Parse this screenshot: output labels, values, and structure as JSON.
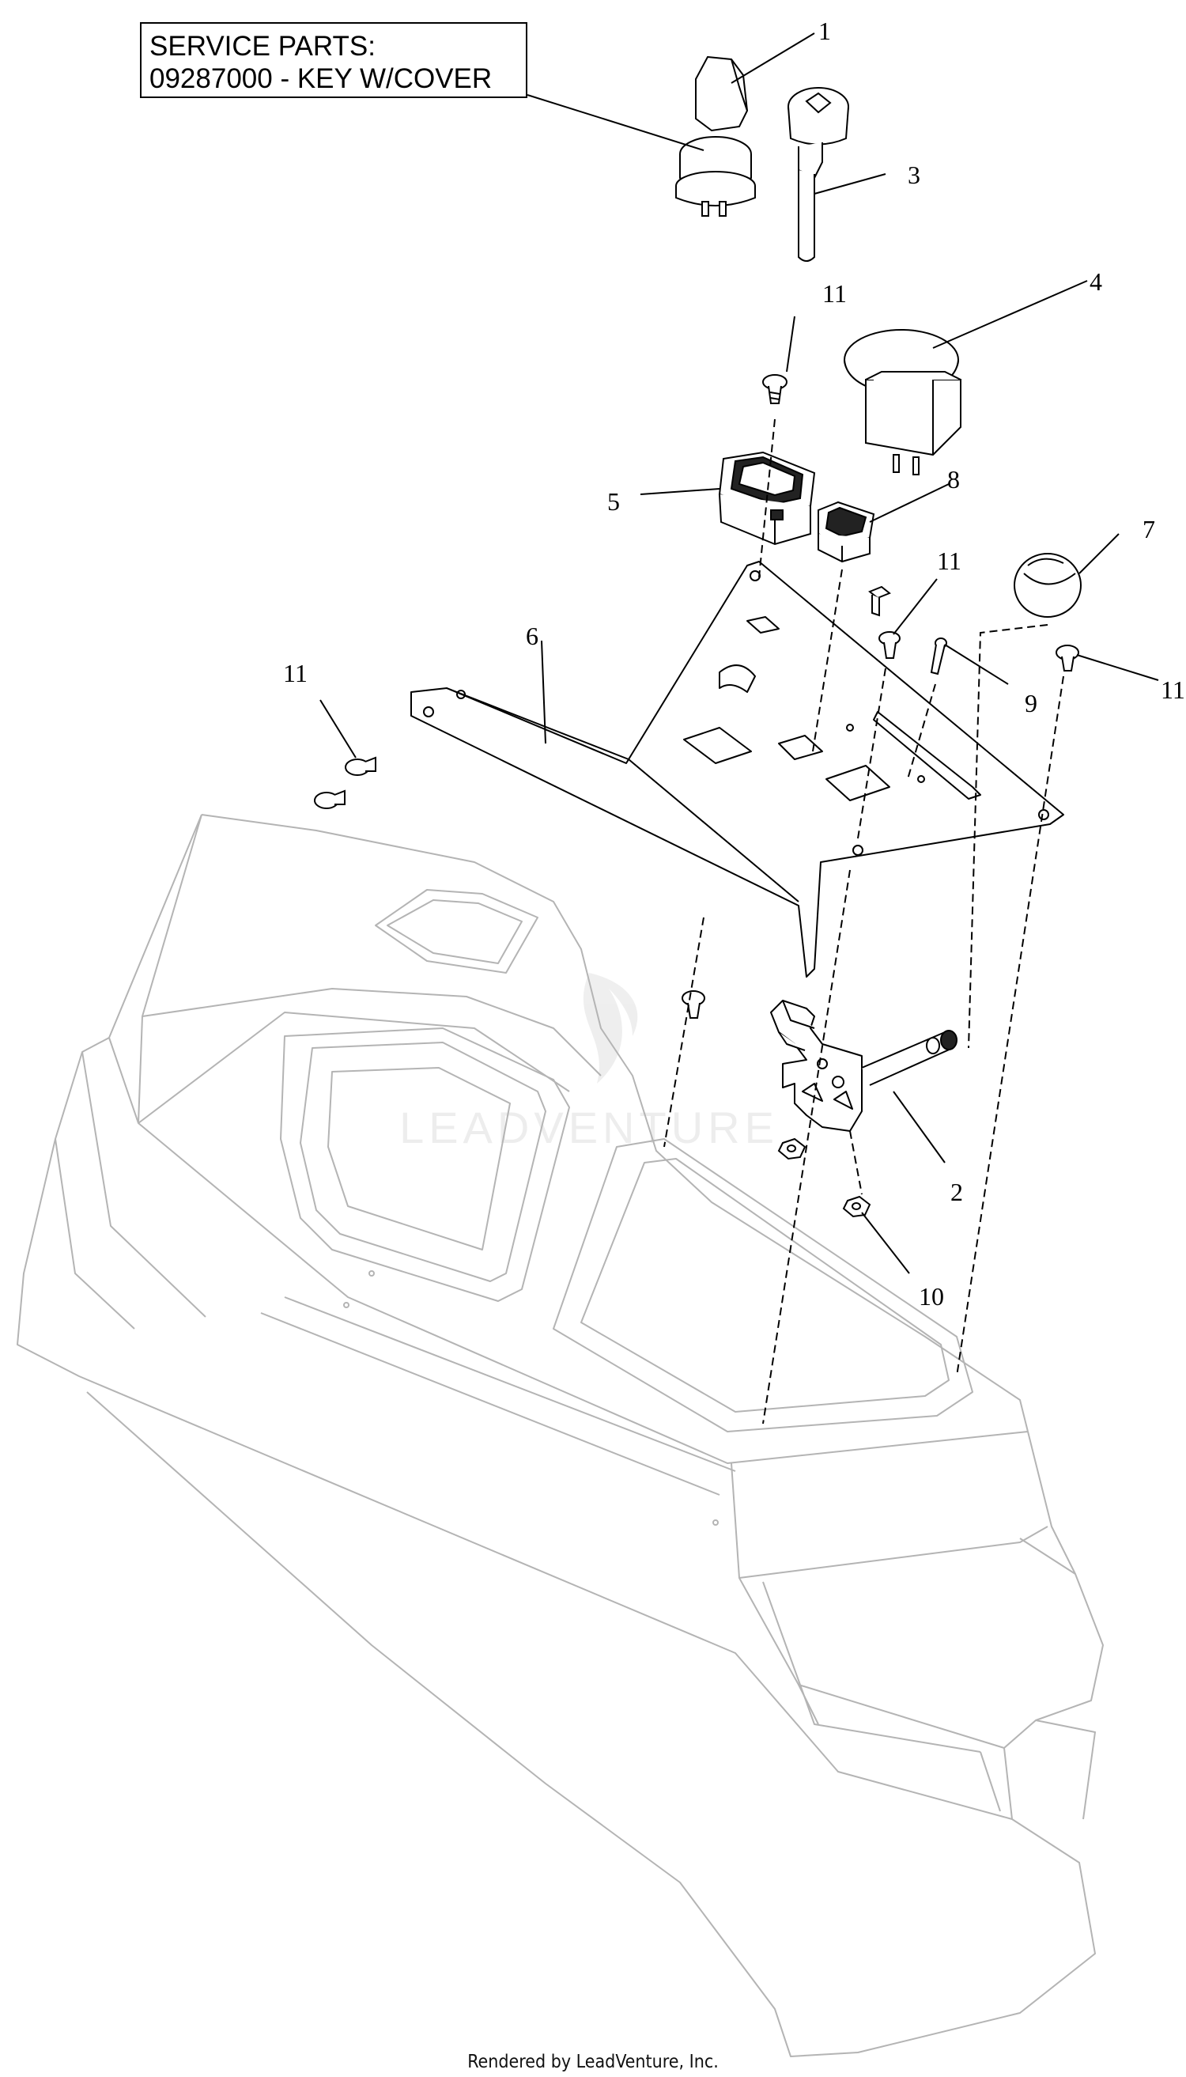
{
  "service_parts": {
    "line1": "SERVICE PARTS:",
    "line2": "09287000 - KEY W/COVER"
  },
  "callouts": {
    "c1": "1",
    "c2": "2",
    "c3": "3",
    "c4": "4",
    "c5": "5",
    "c6": "6",
    "c7": "7",
    "c8": "8",
    "c9": "9",
    "c10": "10",
    "c11a": "11",
    "c11b": "11",
    "c11c": "11",
    "c11d": "11"
  },
  "watermark": "LEADVENTURE",
  "footer": "Rendered by LeadVenture, Inc."
}
